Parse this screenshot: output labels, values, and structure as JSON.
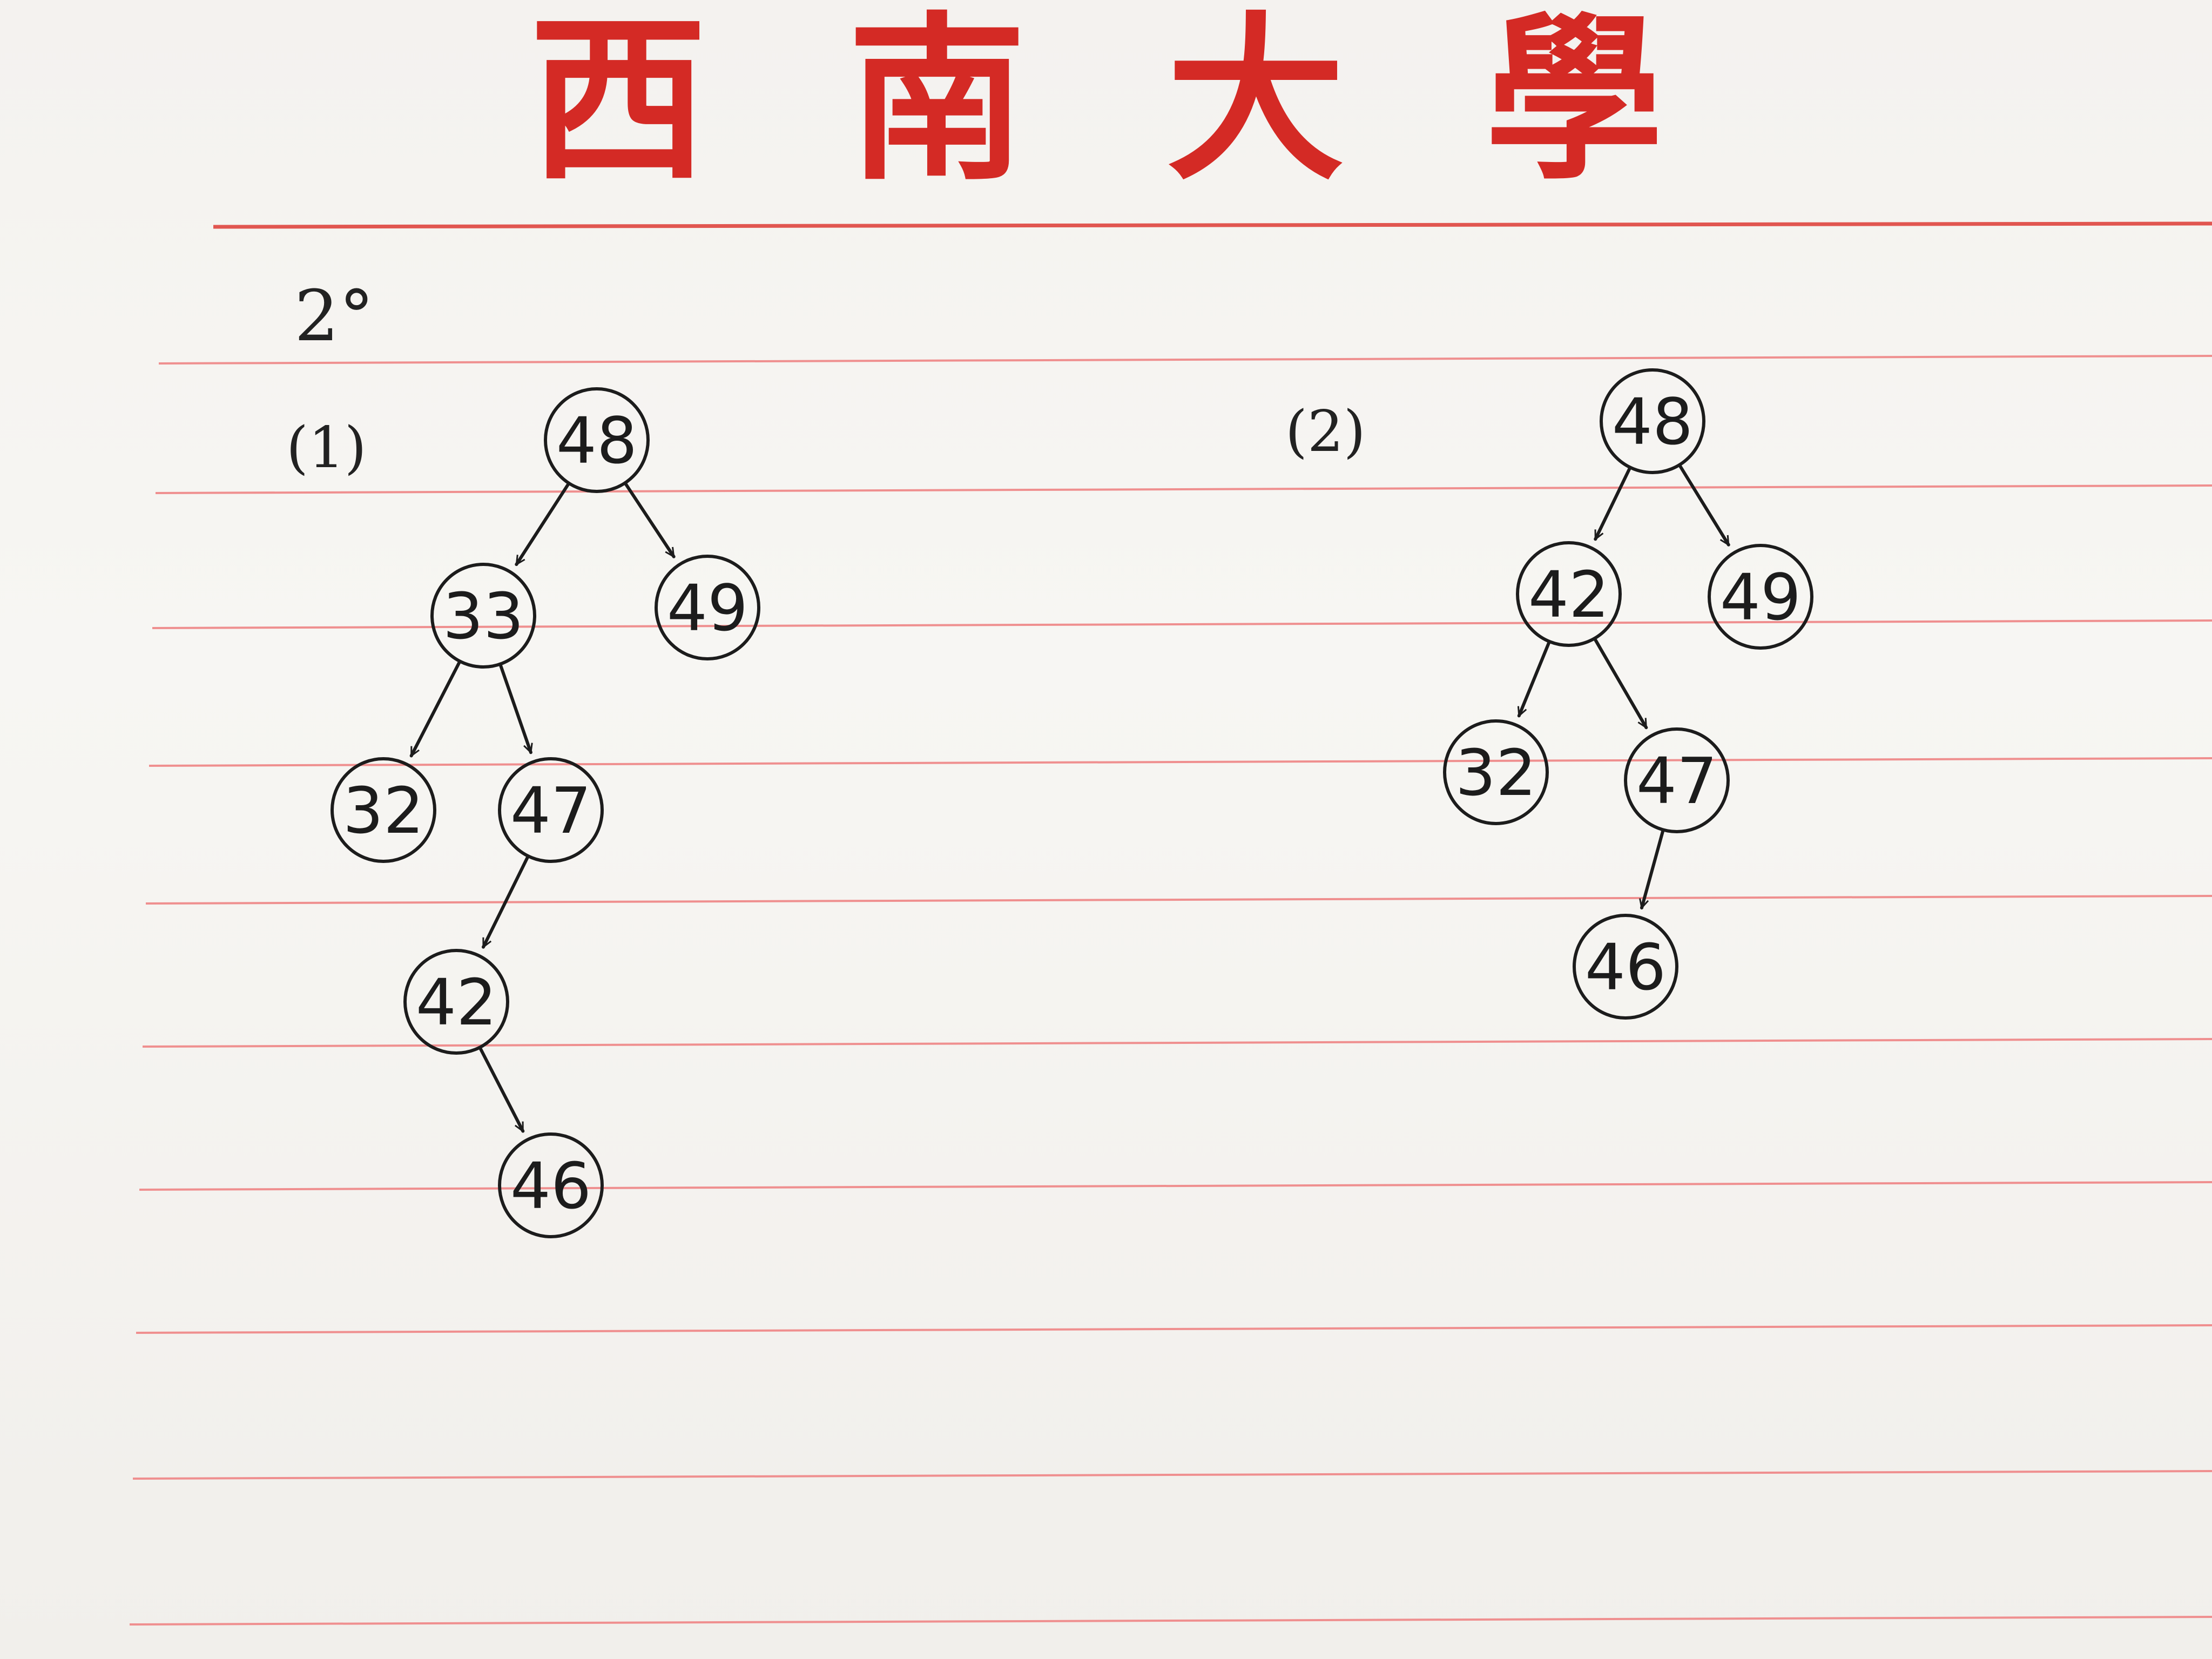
{
  "header": {
    "text": "西南大學",
    "color": "#d42a25"
  },
  "ruling_color": "#ef8f8f",
  "ink_color": "#1c1c1c",
  "problem_number": "2°",
  "trees": [
    {
      "label": "(1)",
      "nodes": [
        {
          "id": "48",
          "text": "48"
        },
        {
          "id": "33",
          "text": "33"
        },
        {
          "id": "49",
          "text": "49"
        },
        {
          "id": "32",
          "text": "32"
        },
        {
          "id": "47",
          "text": "47"
        },
        {
          "id": "42",
          "text": "42"
        },
        {
          "id": "46",
          "text": "46"
        }
      ],
      "edges": [
        {
          "from": "48",
          "to": "33"
        },
        {
          "from": "48",
          "to": "49"
        },
        {
          "from": "33",
          "to": "32"
        },
        {
          "from": "33",
          "to": "47"
        },
        {
          "from": "47",
          "to": "42"
        },
        {
          "from": "42",
          "to": "46"
        }
      ]
    },
    {
      "label": "(2)",
      "nodes": [
        {
          "id": "48",
          "text": "48"
        },
        {
          "id": "42",
          "text": "42"
        },
        {
          "id": "49",
          "text": "49"
        },
        {
          "id": "32",
          "text": "32"
        },
        {
          "id": "47",
          "text": "47"
        },
        {
          "id": "46",
          "text": "46"
        }
      ],
      "edges": [
        {
          "from": "48",
          "to": "42"
        },
        {
          "from": "48",
          "to": "49"
        },
        {
          "from": "42",
          "to": "32"
        },
        {
          "from": "42",
          "to": "47"
        },
        {
          "from": "47",
          "to": "46"
        }
      ]
    }
  ]
}
